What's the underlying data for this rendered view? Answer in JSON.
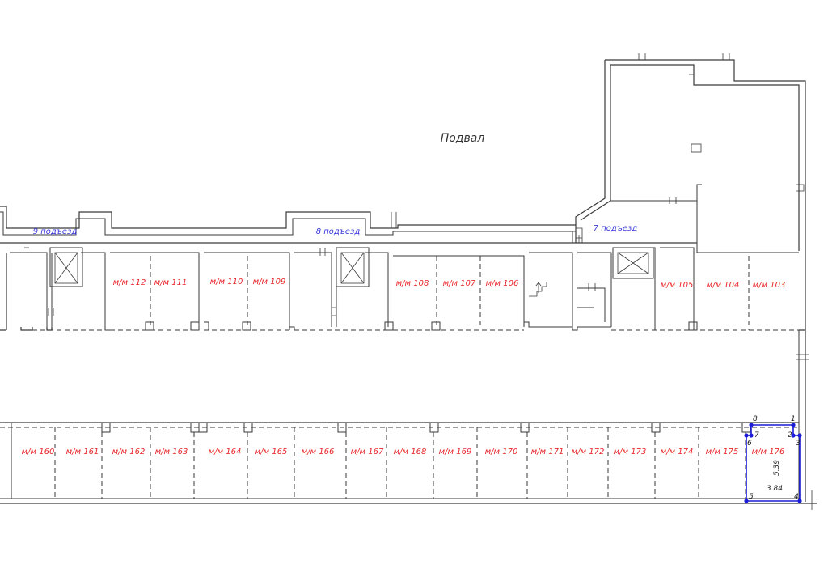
{
  "title": "Подвал",
  "entrances": [
    {
      "id": "9",
      "label": "9 подъезд"
    },
    {
      "id": "8",
      "label": "8 подъезд"
    },
    {
      "id": "7",
      "label": "7 подъезд"
    }
  ],
  "spaces_top": [
    "м/м 112",
    "м/м 111",
    "м/м 110",
    "м/м 109",
    "м/м 108",
    "м/м 107",
    "м/м 106",
    "м/м 105",
    "м/м 104",
    "м/м 103"
  ],
  "spaces_bottom": [
    "м/м 160",
    "м/м 161",
    "м/м 162",
    "м/м 163",
    "м/м 164",
    "м/м 165",
    "м/м 166",
    "м/м 167",
    "м/м 168",
    "м/м 169",
    "м/м 170",
    "м/м 171",
    "м/м 172",
    "м/м 173",
    "м/м 174",
    "м/м 175",
    "м/м 176"
  ],
  "selection": {
    "vertex_labels": [
      "1",
      "2",
      "3",
      "4",
      "5",
      "6",
      "7",
      "8"
    ],
    "length": "5.39",
    "width": "3.84"
  },
  "colors": {
    "space_label": "#e8262a",
    "entrance_label": "#3a3ad8",
    "selection": "#1c1cd6",
    "wall": "#3a3a3a"
  }
}
